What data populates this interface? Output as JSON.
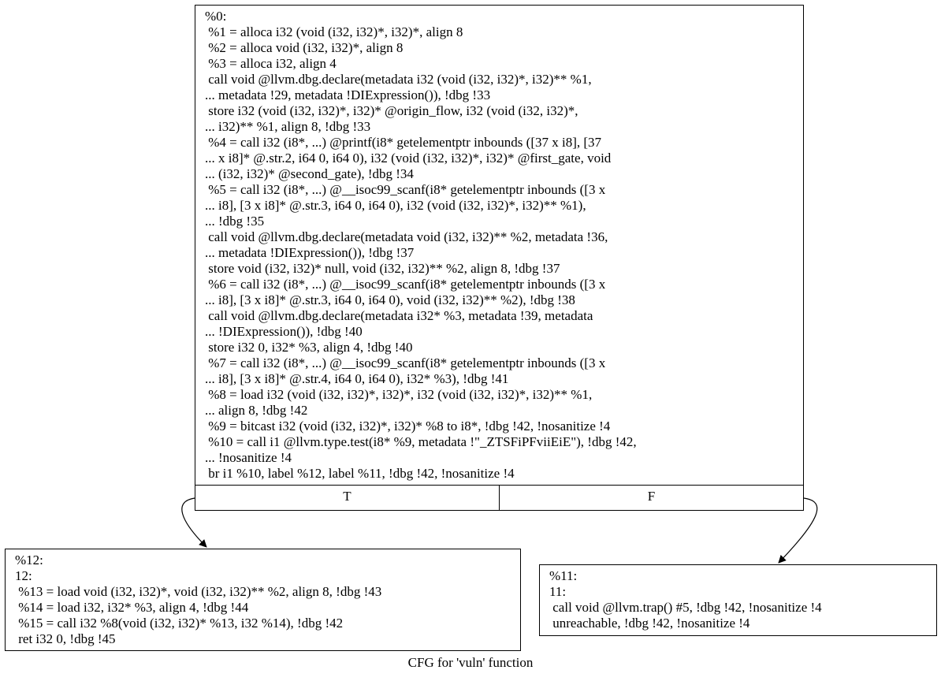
{
  "title": "CFG for 'vuln' function",
  "nodes": {
    "n0": {
      "lines": [
        "%0:",
        " %1 = alloca i32 (void (i32, i32)*, i32)*, align 8",
        " %2 = alloca void (i32, i32)*, align 8",
        " %3 = alloca i32, align 4",
        " call void @llvm.dbg.declare(metadata i32 (void (i32, i32)*, i32)** %1,",
        "... metadata !29, metadata !DIExpression()), !dbg !33",
        " store i32 (void (i32, i32)*, i32)* @origin_flow, i32 (void (i32, i32)*,",
        "... i32)** %1, align 8, !dbg !33",
        " %4 = call i32 (i8*, ...) @printf(i8* getelementptr inbounds ([37 x i8], [37",
        "... x i8]* @.str.2, i64 0, i64 0), i32 (void (i32, i32)*, i32)* @first_gate, void",
        "... (i32, i32)* @second_gate), !dbg !34",
        " %5 = call i32 (i8*, ...) @__isoc99_scanf(i8* getelementptr inbounds ([3 x",
        "... i8], [3 x i8]* @.str.3, i64 0, i64 0), i32 (void (i32, i32)*, i32)** %1),",
        "... !dbg !35",
        " call void @llvm.dbg.declare(metadata void (i32, i32)** %2, metadata !36,",
        "... metadata !DIExpression()), !dbg !37",
        " store void (i32, i32)* null, void (i32, i32)** %2, align 8, !dbg !37",
        " %6 = call i32 (i8*, ...) @__isoc99_scanf(i8* getelementptr inbounds ([3 x",
        "... i8], [3 x i8]* @.str.3, i64 0, i64 0), void (i32, i32)** %2), !dbg !38",
        " call void @llvm.dbg.declare(metadata i32* %3, metadata !39, metadata",
        "... !DIExpression()), !dbg !40",
        " store i32 0, i32* %3, align 4, !dbg !40",
        " %7 = call i32 (i8*, ...) @__isoc99_scanf(i8* getelementptr inbounds ([3 x",
        "... i8], [3 x i8]* @.str.4, i64 0, i64 0), i32* %3), !dbg !41",
        " %8 = load i32 (void (i32, i32)*, i32)*, i32 (void (i32, i32)*, i32)** %1,",
        "... align 8, !dbg !42",
        " %9 = bitcast i32 (void (i32, i32)*, i32)* %8 to i8*, !dbg !42, !nosanitize !4",
        " %10 = call i1 @llvm.type.test(i8* %9, metadata !\"_ZTSFiPFviiEiE\"), !dbg !42,",
        "... !nosanitize !4",
        " br i1 %10, label %12, label %11, !dbg !42, !nosanitize !4"
      ],
      "ports": [
        "T",
        "F"
      ]
    },
    "n12": {
      "lines": [
        "%12:",
        "12:",
        " %13 = load void (i32, i32)*, void (i32, i32)** %2, align 8, !dbg !43",
        " %14 = load i32, i32* %3, align 4, !dbg !44",
        " %15 = call i32 %8(void (i32, i32)* %13, i32 %14), !dbg !42",
        " ret i32 0, !dbg !45"
      ]
    },
    "n11": {
      "lines": [
        "%11:",
        "11:",
        " call void @llvm.trap() #5, !dbg !42, !nosanitize !4",
        " unreachable, !dbg !42, !nosanitize !4"
      ]
    }
  },
  "edges": [
    {
      "from": "n0",
      "port": "T",
      "to": "n12"
    },
    {
      "from": "n0",
      "port": "F",
      "to": "n11"
    }
  ]
}
